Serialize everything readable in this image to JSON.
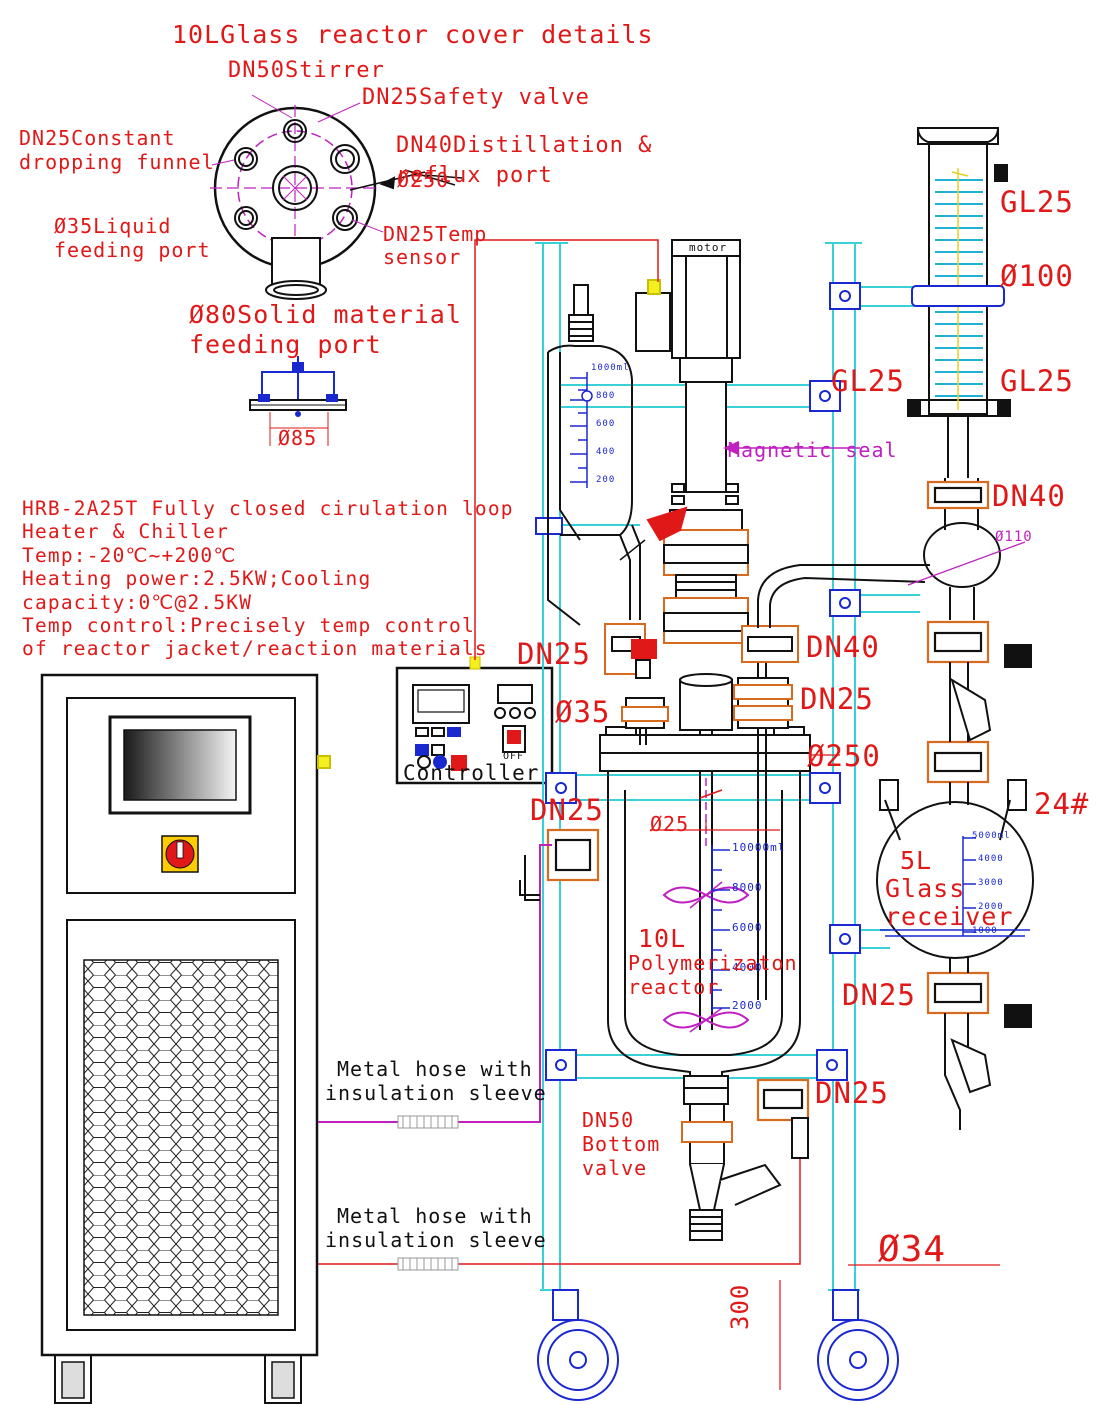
{
  "cover": {
    "title": "10LGlass reactor cover details",
    "stirrer": "DN50Stirrer",
    "safety_valve": "DN25Safety valve",
    "dropping_funnel_1": "DN25Constant",
    "dropping_funnel_2": "dropping funnel",
    "distillation_1": "DN40Distillation &",
    "distillation_2": "reflux port",
    "cover_diameter": "Ø250",
    "liquid_feed_1": "Ø35Liquid",
    "liquid_feed_2": "feeding port",
    "temp_sensor_1": "DN25Temp",
    "temp_sensor_2": "sensor",
    "solid_feed_1": "Ø80Solid material",
    "solid_feed_2": "feeding port",
    "clamp_diameter": "Ø85"
  },
  "chiller_spec": [
    "HRB-2A25T Fully closed cirulation loop",
    "Heater & Chiller",
    "Temp:-20℃~+200℃",
    "Heating power:2.5KW;Cooling",
    "capacity:0℃@2.5KW",
    "Temp control:Precisely temp control",
    "of reactor jacket/reaction materials"
  ],
  "controller": {
    "label": "Controller",
    "off": "OFF"
  },
  "motor": "motor",
  "magnetic_seal": "Magnetic seal",
  "condenser": {
    "gl25_top": "GL25",
    "diameter": "Ø100",
    "gl25_right": "GL25",
    "gl25_left": "GL25"
  },
  "ports": {
    "dn40_right": "DN40",
    "dn40_mid": "DN40",
    "flask_diameter": "Ø110",
    "dn25_left": "DN25",
    "dn25_mid": "DN25",
    "d35": "Ø35",
    "d250": "Ø250",
    "dn25_jacket": "DN25",
    "d25": "Ø25",
    "joint_24": "24#",
    "dn25_receiver": "DN25",
    "dn25_bottom": "DN25"
  },
  "funnel_scale": [
    "1000ml",
    "800",
    "600",
    "400",
    "200"
  ],
  "reactor": {
    "line1": "10L",
    "line2": "Polymerizaton",
    "line3": "reactor"
  },
  "reactor_scale": [
    "10000ml",
    "8000",
    "6000",
    "4000",
    "2000"
  ],
  "receiver": {
    "line1": "5L",
    "line2": "Glass",
    "line3": "receiver"
  },
  "receiver_scale": [
    "5000ml",
    "4000",
    "3000",
    "2000",
    "1000"
  ],
  "bottom_valve": {
    "line1": "DN50",
    "line2": "Bottom",
    "line3": "valve"
  },
  "hose_1": {
    "line1": "Metal hose with",
    "line2": "insulation sleeve"
  },
  "hose_2": {
    "line1": "Metal hose with",
    "line2": "insulation sleeve"
  },
  "dimension_34": "Ø34",
  "dimension_300": "300",
  "colors": {
    "label": "#e01818",
    "frame": "#3ad0d8",
    "stud": "#1a28d0",
    "ring": "#d86a20",
    "hose": "#c020c0"
  }
}
